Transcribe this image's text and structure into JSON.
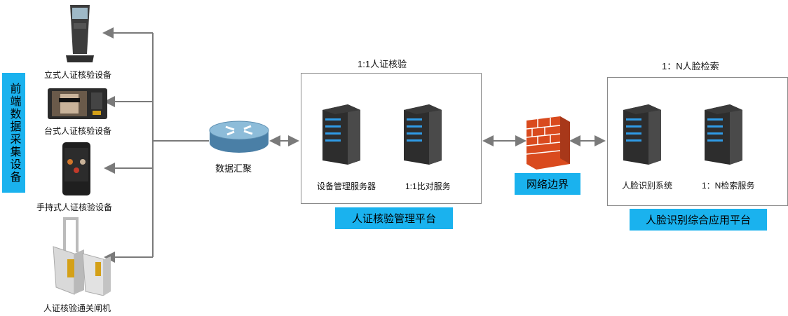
{
  "side_tag": "前端数据采集设备",
  "devices": {
    "kiosk": "立式人证核验设备",
    "desktop": "台式人证核验设备",
    "handheld": "手持式人证核验设备",
    "gate": "人证核验通关闸机"
  },
  "router_label": "数据汇聚",
  "panel_left": {
    "title": "1:1人证核验",
    "server1": "设备管理服务器",
    "server2": "1:1比对服务",
    "platform": "人证核验管理平台"
  },
  "firewall_label": "网络边界",
  "panel_right": {
    "title": "1：N人脸检索",
    "server1": "人脸识别系统",
    "server2": "1：N检索服务",
    "platform": "人脸识别综合应用平台"
  },
  "colors": {
    "tag_blue": "#1ab2ee",
    "line_gray": "#7a7a7a",
    "led_blue": "#2f9be6",
    "brick": "#d94a1e"
  }
}
